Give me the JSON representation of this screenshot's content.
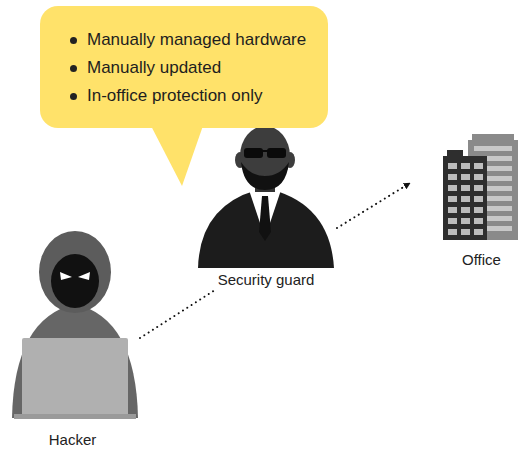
{
  "diagram": {
    "nodes": [
      {
        "text": [
          "Manually managed hardware",
          "Manually updated",
          "In-office protection only"
        ]
      },
      {
        "text": [
          "Security guard"
        ]
      },
      {
        "text": [
          "Office"
        ]
      },
      {
        "text": [
          "Hacker"
        ]
      }
    ],
    "edges": [
      {
        "from": 3,
        "to": 1,
        "arrow": "none"
      },
      {
        "from": 1,
        "to": 2,
        "arrow": "to"
      }
    ]
  }
}
